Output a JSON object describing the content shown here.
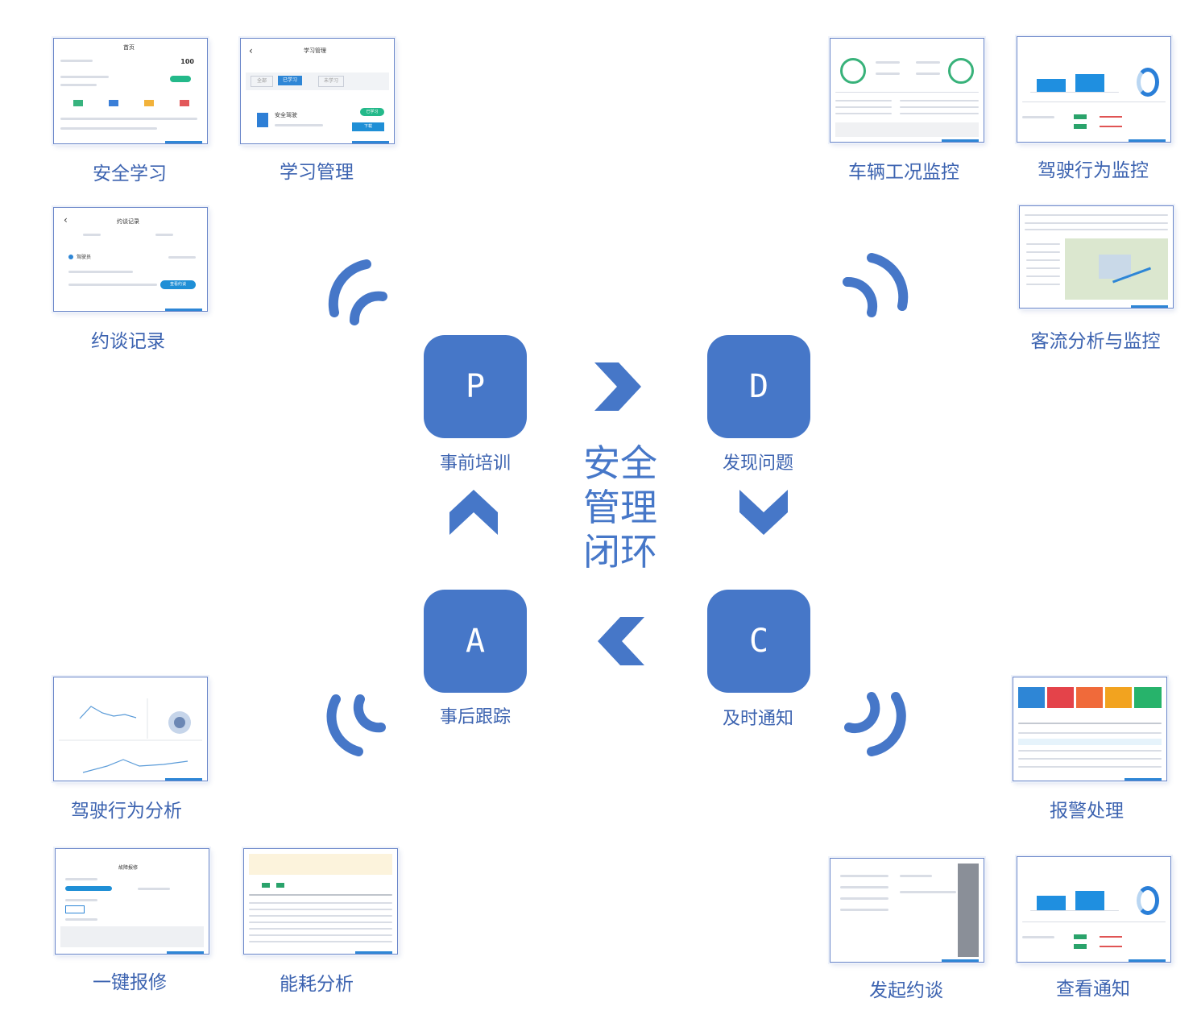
{
  "center": {
    "title_line1": "安全",
    "title_line2": "管理",
    "title_line3": "闭环"
  },
  "steps": [
    {
      "letter": "P",
      "label": "事前培训"
    },
    {
      "letter": "D",
      "label": "发现问题"
    },
    {
      "letter": "C",
      "label": "及时通知"
    },
    {
      "letter": "A",
      "label": "事后跟踪"
    }
  ],
  "modules": {
    "safety_learning": "安全学习",
    "study_management": "学习管理",
    "interview_records": "约谈记录",
    "vehicle_condition": "车辆工况监控",
    "driving_behavior_monitor": "驾驶行为监控",
    "passenger_flow": "客流分析与监控",
    "driving_behavior_analysis": "驾驶行为分析",
    "repair_report": "一键报修",
    "energy_analysis": "能耗分析",
    "alarm_handling": "报警处理",
    "start_interview": "发起约谈",
    "view_notification": "查看通知"
  },
  "thumbs": {
    "study_title": "学习管理",
    "study_tab_all": "全部",
    "study_tab_done": "已学习",
    "study_tab_todo": "未学习",
    "study_item": "安全驾驶",
    "study_badge": "已学习",
    "study_btn": "下载",
    "interview_title": "约谈记录",
    "interview_driver": "驾驶员",
    "interview_btn": "查看约谈",
    "home_title": "首页",
    "score": "100",
    "repair_title": "故障报修"
  },
  "colors": {
    "primary": "#4677c8",
    "caption": "#3c63b0",
    "accent": "#1f8fd6"
  }
}
